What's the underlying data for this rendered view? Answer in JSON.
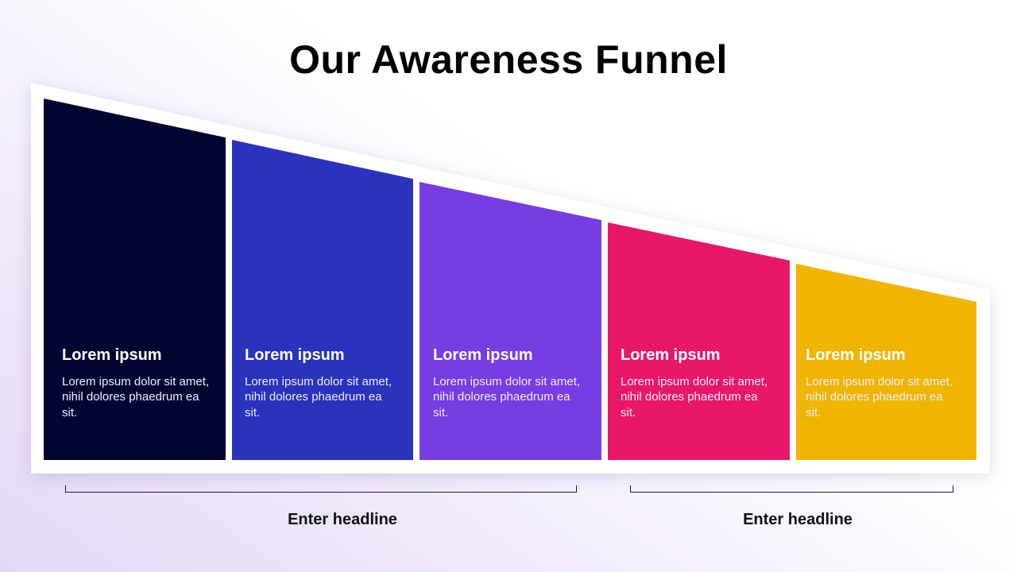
{
  "title": "Our Awareness Funnel",
  "stages": [
    {
      "heading": "Lorem ipsum",
      "text": "Lorem ipsum dolor sit amet, nihil dolores phaedrum ea sit.",
      "color": "#030531"
    },
    {
      "heading": "Lorem ipsum",
      "text": "Lorem ipsum dolor sit amet, nihil dolores phaedrum ea sit.",
      "color": "#2933bd"
    },
    {
      "heading": "Lorem ipsum",
      "text": "Lorem ipsum dolor sit amet, nihil dolores phaedrum ea sit.",
      "color": "#773de3"
    },
    {
      "heading": "Lorem ipsum",
      "text": "Lorem ipsum dolor sit amet, nihil dolores phaedrum ea sit.",
      "color": "#e91768"
    },
    {
      "heading": "Lorem ipsum",
      "text": "Lorem ipsum dolor sit amet, nihil dolores phaedrum ea sit.",
      "color": "#efb500"
    }
  ],
  "groups": [
    {
      "headline": "Enter headline"
    },
    {
      "headline": "Enter headline"
    }
  ]
}
